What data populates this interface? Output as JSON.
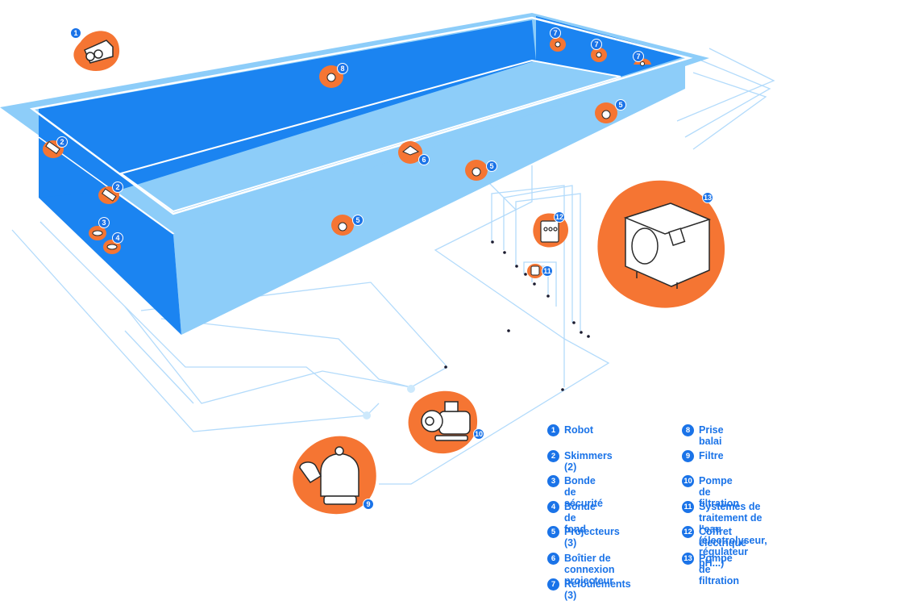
{
  "colors": {
    "deck": "#8dcdf9",
    "water": "#1b84f1",
    "pipe": "#b3dbfb",
    "badge": "#f57533",
    "number": "#1a73e8"
  },
  "callouts": [
    {
      "n": "1",
      "icon": "robot-icon"
    },
    {
      "n": "2",
      "icon": "skimmer-icon"
    },
    {
      "n": "2",
      "icon": "skimmer-icon"
    },
    {
      "n": "3",
      "icon": "safety-drain-icon"
    },
    {
      "n": "4",
      "icon": "bottom-drain-icon"
    },
    {
      "n": "5",
      "icon": "spotlight-icon"
    },
    {
      "n": "5",
      "icon": "spotlight-icon"
    },
    {
      "n": "5",
      "icon": "spotlight-icon"
    },
    {
      "n": "6",
      "icon": "junction-box-icon"
    },
    {
      "n": "7",
      "icon": "return-inlet-icon"
    },
    {
      "n": "7",
      "icon": "return-inlet-icon"
    },
    {
      "n": "7",
      "icon": "return-inlet-icon"
    },
    {
      "n": "8",
      "icon": "vacuum-inlet-icon"
    },
    {
      "n": "9",
      "icon": "sand-filter-icon"
    },
    {
      "n": "10",
      "icon": "pump-icon"
    },
    {
      "n": "11",
      "icon": "treatment-icon"
    },
    {
      "n": "12",
      "icon": "electrical-box-icon"
    },
    {
      "n": "13",
      "icon": "heat-pump-icon"
    }
  ],
  "legend": [
    {
      "n": "1",
      "label": "Robot"
    },
    {
      "n": "2",
      "label": "Skimmers (2)"
    },
    {
      "n": "3",
      "label": "Bonde de sécurité"
    },
    {
      "n": "4",
      "label": "Bonde de fond"
    },
    {
      "n": "5",
      "label": "Projecteurs (3)"
    },
    {
      "n": "6",
      "label": "Boîtier de connexion\nprojecteur"
    },
    {
      "n": "7",
      "label": "Refoulements (3)"
    },
    {
      "n": "8",
      "label": "Prise balai"
    },
    {
      "n": "9",
      "label": "Filtre"
    },
    {
      "n": "10",
      "label": "Pompe de filtration"
    },
    {
      "n": "11",
      "label": "Systèmes de traitement de l'eau\n(électrolyseur, régulateur pH...)"
    },
    {
      "n": "12",
      "label": "Coffret électrique"
    },
    {
      "n": "13",
      "label": "Pompe de filtration"
    }
  ]
}
